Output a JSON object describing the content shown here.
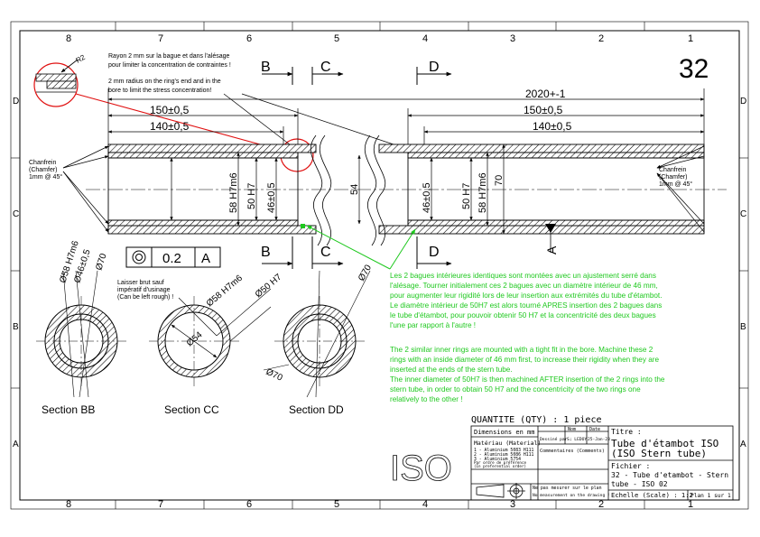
{
  "sheet_number": "32",
  "border": {
    "cols": [
      "8",
      "7",
      "6",
      "5",
      "4",
      "3",
      "2",
      "1"
    ],
    "rows": [
      "D",
      "C",
      "B",
      "A"
    ]
  },
  "notes": {
    "radius_fr_1": "Rayon 2 mm sur la bague et dans l'alésage",
    "radius_fr_2": "pour limiter la concentration de contraintes !",
    "radius_en_1": "2 mm radius on the ring's end and in the",
    "radius_en_2": "bore to limit the stress concentration!",
    "r2": "R2",
    "chamfer_left": [
      "Chanfrein",
      "(Chamfer)",
      "1mm @ 45°"
    ],
    "chamfer_right": [
      "Chanfrein",
      "(Chamfer)",
      "1mm @ 45°"
    ],
    "raw_fr_1": "Laisser brut sauf",
    "raw_fr_2": "impératif d'usinage",
    "raw_en": "(Can be left rough) !"
  },
  "dimensions": {
    "total": "2020+-1",
    "left_150": "150±0,5",
    "left_140": "140±0,5",
    "right_150": "150±0,5",
    "right_140": "140±0,5",
    "d58": "58 H7m6",
    "d50": "50 H7",
    "d46": "46±0,5",
    "d54": "54",
    "r46": "46±0,5",
    "r50": "50 H7",
    "r58": "58 H7m6",
    "r70": "70"
  },
  "section_marks": {
    "B": "B",
    "C": "C",
    "D": "D",
    "A": "A"
  },
  "tolerance_frame": {
    "value": "0.2",
    "datum": "A"
  },
  "sections": {
    "bb": {
      "title": "Section BB",
      "labels": [
        "Ø58 H7m6",
        "Ø46±0,5",
        "Ø70"
      ]
    },
    "cc": {
      "title": "Section CC",
      "labels": [
        "Ø50 H7",
        "Ø58 H7m6",
        "Ø54"
      ]
    },
    "dd": {
      "title": "Section DD",
      "labels": [
        "Ø70",
        "Ø70"
      ]
    }
  },
  "green_note": {
    "fr": [
      "Les 2 bagues intérieures identiques sont montées avec un ajustement serré dans",
      "l'alésage. Tourner initialement ces 2 bagues avec un diamètre intérieur de 46 mm,",
      "pour augmenter leur rigidité lors de leur insertion aux extrémités du tube d'étambot.",
      "Le diamètre intérieur de 50H7 est alors tourné APRES insertion des 2 bagues dans",
      "le tube d'étambot, pour pouvoir obtenir 50 H7 et la concentricité des deux bagues",
      "l'une par rapport à l'autre !"
    ],
    "en": [
      "The 2 similar inner rings are mounted with a tight fit in the bore. Machine these 2",
      "rings with an inside diameter of 46 mm first, to increase their rigidity when they are",
      "inserted at the ends of the stern tube.",
      "The inner diameter of 50H7 is then machined AFTER insertion of the 2 rings into the",
      "stern tube, in order to obtain 50 H7 and the concentricity of the two rings one",
      "relatively to the other !"
    ]
  },
  "title_block": {
    "quantity": "QUANTITE (QTY) : 1 piece",
    "units": "Dimensions en mm",
    "material_head": "Matériau (Material)",
    "materials": [
      "1 - Aluminium 5083 H111",
      "2 - Aluminium 5086 H111",
      "3 - Aluminium 5754",
      "Par ordre de préférence",
      "(In preferential order)"
    ],
    "col_nom": "Nom",
    "col_date": "Date",
    "drawn_by": "Dessiné par :",
    "author": "S. LEDOY",
    "date": "25-Jan-23",
    "comments": "Commentaires (Comments)",
    "no_measure_fr": "Ne pas mesurer sur le plan",
    "no_measure_en": "No measurement on the drawing !",
    "iso": "ISO",
    "titre_label": "Titre :",
    "title_fr": "Tube d'étambot ISO",
    "title_en": "(ISO Stern tube)",
    "fichier_label": "Fichier :",
    "file_1": "32 - Tube d'etambot - Stern",
    "file_2": "tube - ISO 02",
    "scale": "Echelle (Scale) : 1:2",
    "plan": "Plan 1 sur 1"
  },
  "colors": {
    "line": "#000000",
    "green": "#1ec81e",
    "red": "#e01010"
  }
}
